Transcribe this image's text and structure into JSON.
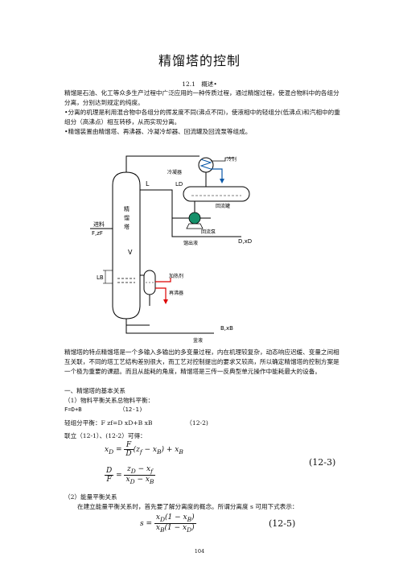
{
  "title": "精馏塔的控制",
  "section": "12.1　概述•",
  "intro": {
    "p1": "精馏是石油、化工等众多生产过程中广泛应用的一种传质过程，通过精馏过程，使混合物料中的各组分分离，分别达到规定的纯度。",
    "b1": "•分离的机理是利用混合物中各组分的挥发度不同(沸点不同)，使液相中的轻组分(低沸点)和汽相中的重组分（高沸点）相互转移，从而实现分离。",
    "b2": "•精馏装置由精馏塔、再沸器、冷凝冷却器、回流罐及回流泵等组成。"
  },
  "diagram": {
    "column_label": [
      "精",
      "馏",
      "塔"
    ],
    "feed_label": "进料",
    "feed_vars": "F,zF",
    "L": "L",
    "LD": "LD",
    "V": "V",
    "LB": "LB",
    "condenser": "冷凝器",
    "coolant": "冷剂",
    "reflux_drum": "回流罐",
    "reflux_pump": "回流泵",
    "distillate_label": "馏出液",
    "distillate_vars": "D,xD",
    "heating_medium": "加热剂",
    "reboiler": "再沸器",
    "bottoms_label": "釜液",
    "bottoms_vars": "B,xB"
  },
  "body": {
    "p2": "精馏塔的特点精馏塔是一个多输入多输出的多变量过程，内在机理较复杂，动态响应迟缓、变量之间相互关联，不同的塔工艺结构差别很大，而工艺对控制提出的要求又较高，所以确定精馏塔的控制方案是一个极为重要的课题。而且从能耗的角度，精馏塔是三传一反典型单元操作中能耗最大的设备。",
    "h1": "一、精馏塔的基本关系",
    "h2": "（1）物料平衡关系总物料平衡：",
    "eq1": "F=D+B　　　　　　　（12-1)",
    "eq2_label": "轻组分平衡：F zf=D xD+B xB　　　　　　（12-2)",
    "eq3_intro": "联立（12-1）、(12-2）可得：",
    "eq3_no": "(12-3)",
    "h3": "（2）能量平衡关系",
    "p3": "在建立能量平衡关系时，首先要了解分离度的概念。所谓分离度 s 可用下式表示：",
    "eq5_no": "(12-5)"
  },
  "page_number": "104"
}
